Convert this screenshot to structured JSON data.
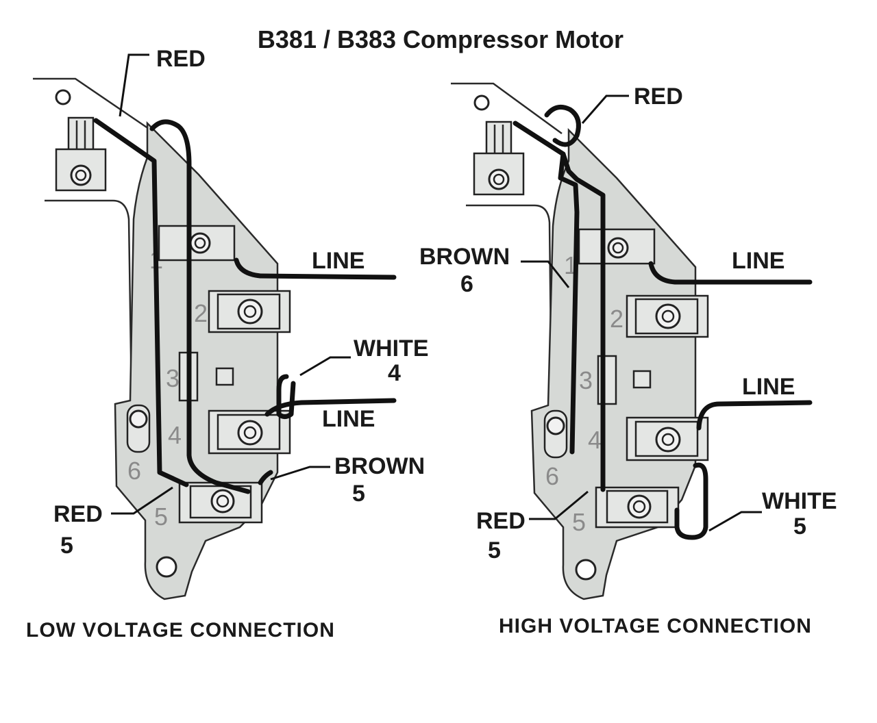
{
  "title": "B381 / B383 Compressor Motor",
  "low_voltage": {
    "caption": "LOW VOLTAGE CONNECTION",
    "labels": {
      "red_top": "RED",
      "line_1": "LINE",
      "white_4_color": "WHITE",
      "white_4_num": "4",
      "line_2": "LINE",
      "brown_5_color": "BROWN",
      "brown_5_num": "5",
      "red_5_color": "RED",
      "red_5_num": "5"
    },
    "terminals": [
      "1",
      "2",
      "3",
      "4",
      "5",
      "6"
    ]
  },
  "high_voltage": {
    "caption": "HIGH VOLTAGE CONNECTION",
    "labels": {
      "red_top": "RED",
      "brown_6_color": "BROWN",
      "brown_6_num": "6",
      "line_1": "LINE",
      "line_2": "LINE",
      "white_5_color": "WHITE",
      "white_5_num": "5",
      "red_5_color": "RED",
      "red_5_num": "5"
    },
    "terminals": [
      "1",
      "2",
      "3",
      "4",
      "5",
      "6"
    ]
  }
}
